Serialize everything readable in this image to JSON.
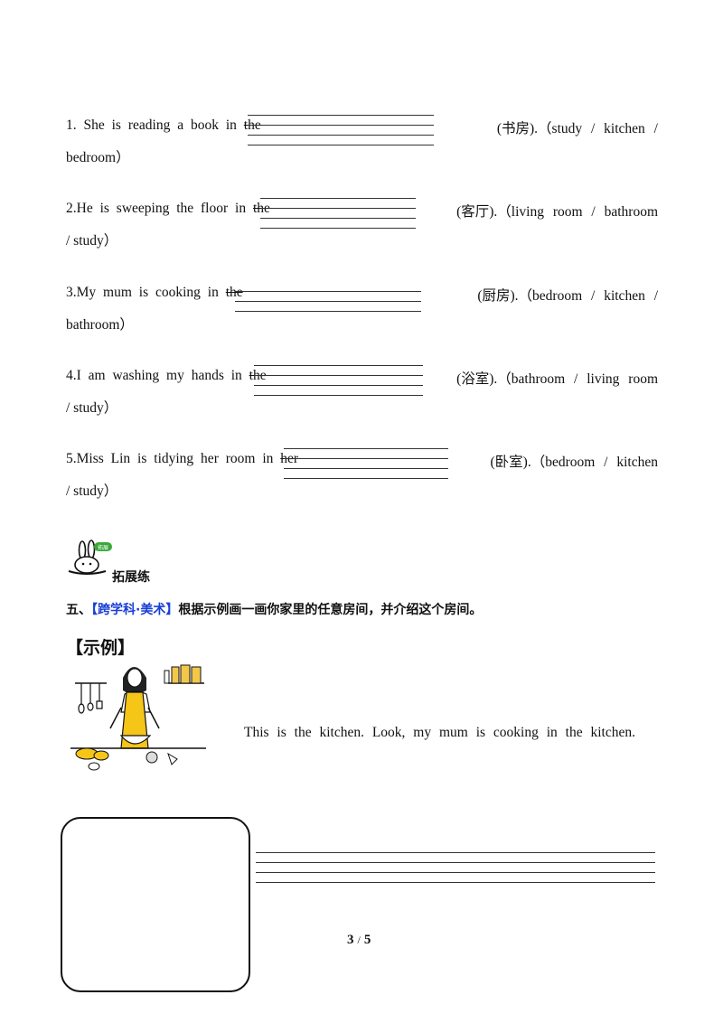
{
  "questions": [
    {
      "pre": "1. She is reading a book in",
      "filler": "the",
      "hint": "(书房).（study / kitchen /",
      "cont": "bedroom）"
    },
    {
      "pre": "2.He is sweeping the floor in",
      "filler": "the",
      "hint": "(客厅).（living room / bathroom",
      "cont": "/ study）"
    },
    {
      "pre": "3.My mum is cooking in",
      "filler": "the",
      "hint": "(厨房).（bedroom / kitchen /",
      "cont": "bathroom）"
    },
    {
      "pre": "4.I am washing my hands in",
      "filler": "the",
      "hint": "(浴室).（bathroom / living room",
      "cont": "/ study）"
    },
    {
      "pre": "5.Miss Lin is tidying her room in",
      "filler": "her",
      "hint": "(卧室).（bedroom / kitchen",
      "cont": "/ study）"
    }
  ],
  "extension": {
    "icon_badge": "拓展",
    "title": "拓展练"
  },
  "section5": {
    "number": "五、",
    "tag": "【跨学科·美术】",
    "instruction": "根据示例画一画你家里的任意房间，并介绍这个房间。"
  },
  "example": {
    "label": "【示例】",
    "sentence": "This is the kitchen. Look, my mum is cooking in the kitchen."
  },
  "page": {
    "current": "3",
    "separator": "/",
    "total": "5"
  }
}
